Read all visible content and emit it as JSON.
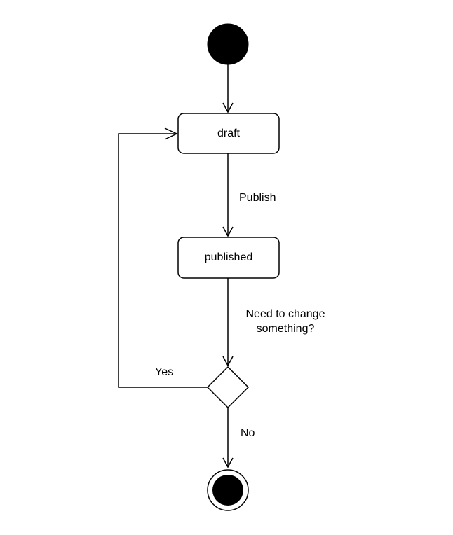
{
  "diagram": {
    "states": {
      "draft": "draft",
      "published": "published"
    },
    "transitions": {
      "publish": "Publish",
      "need_change_line1": "Need to change",
      "need_change_line2": "something?",
      "yes": "Yes",
      "no": "No"
    },
    "colors": {
      "stroke": "#000000",
      "fill": "#ffffff",
      "node_fill": "#000000"
    }
  }
}
